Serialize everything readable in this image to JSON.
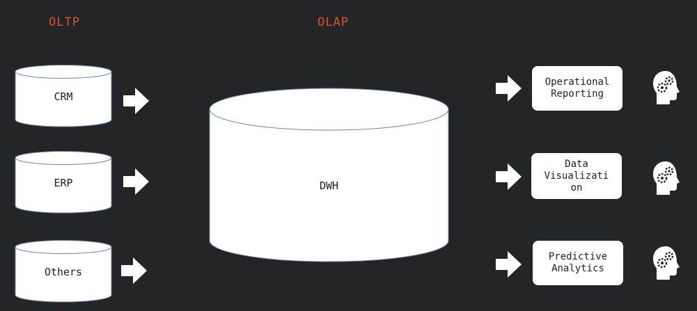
{
  "headings": {
    "left": "OLTP",
    "middle": "OLAP"
  },
  "sources": [
    {
      "label": "CRM"
    },
    {
      "label": "ERP"
    },
    {
      "label": "Others"
    }
  ],
  "warehouse": {
    "label": "DWH"
  },
  "outputs": [
    {
      "label": "Operational\nReporting"
    },
    {
      "label": "Data\nVisualizati\non"
    },
    {
      "label": "Predictive\nAnalytics"
    }
  ],
  "colors": {
    "background": "#242527",
    "heading": "#e0502e",
    "shape_fill": "#ffffff",
    "shape_outline": "#6e7fa6"
  },
  "icons": {
    "arrow": "right-arrow-icon",
    "user": "head-with-gears-icon"
  }
}
